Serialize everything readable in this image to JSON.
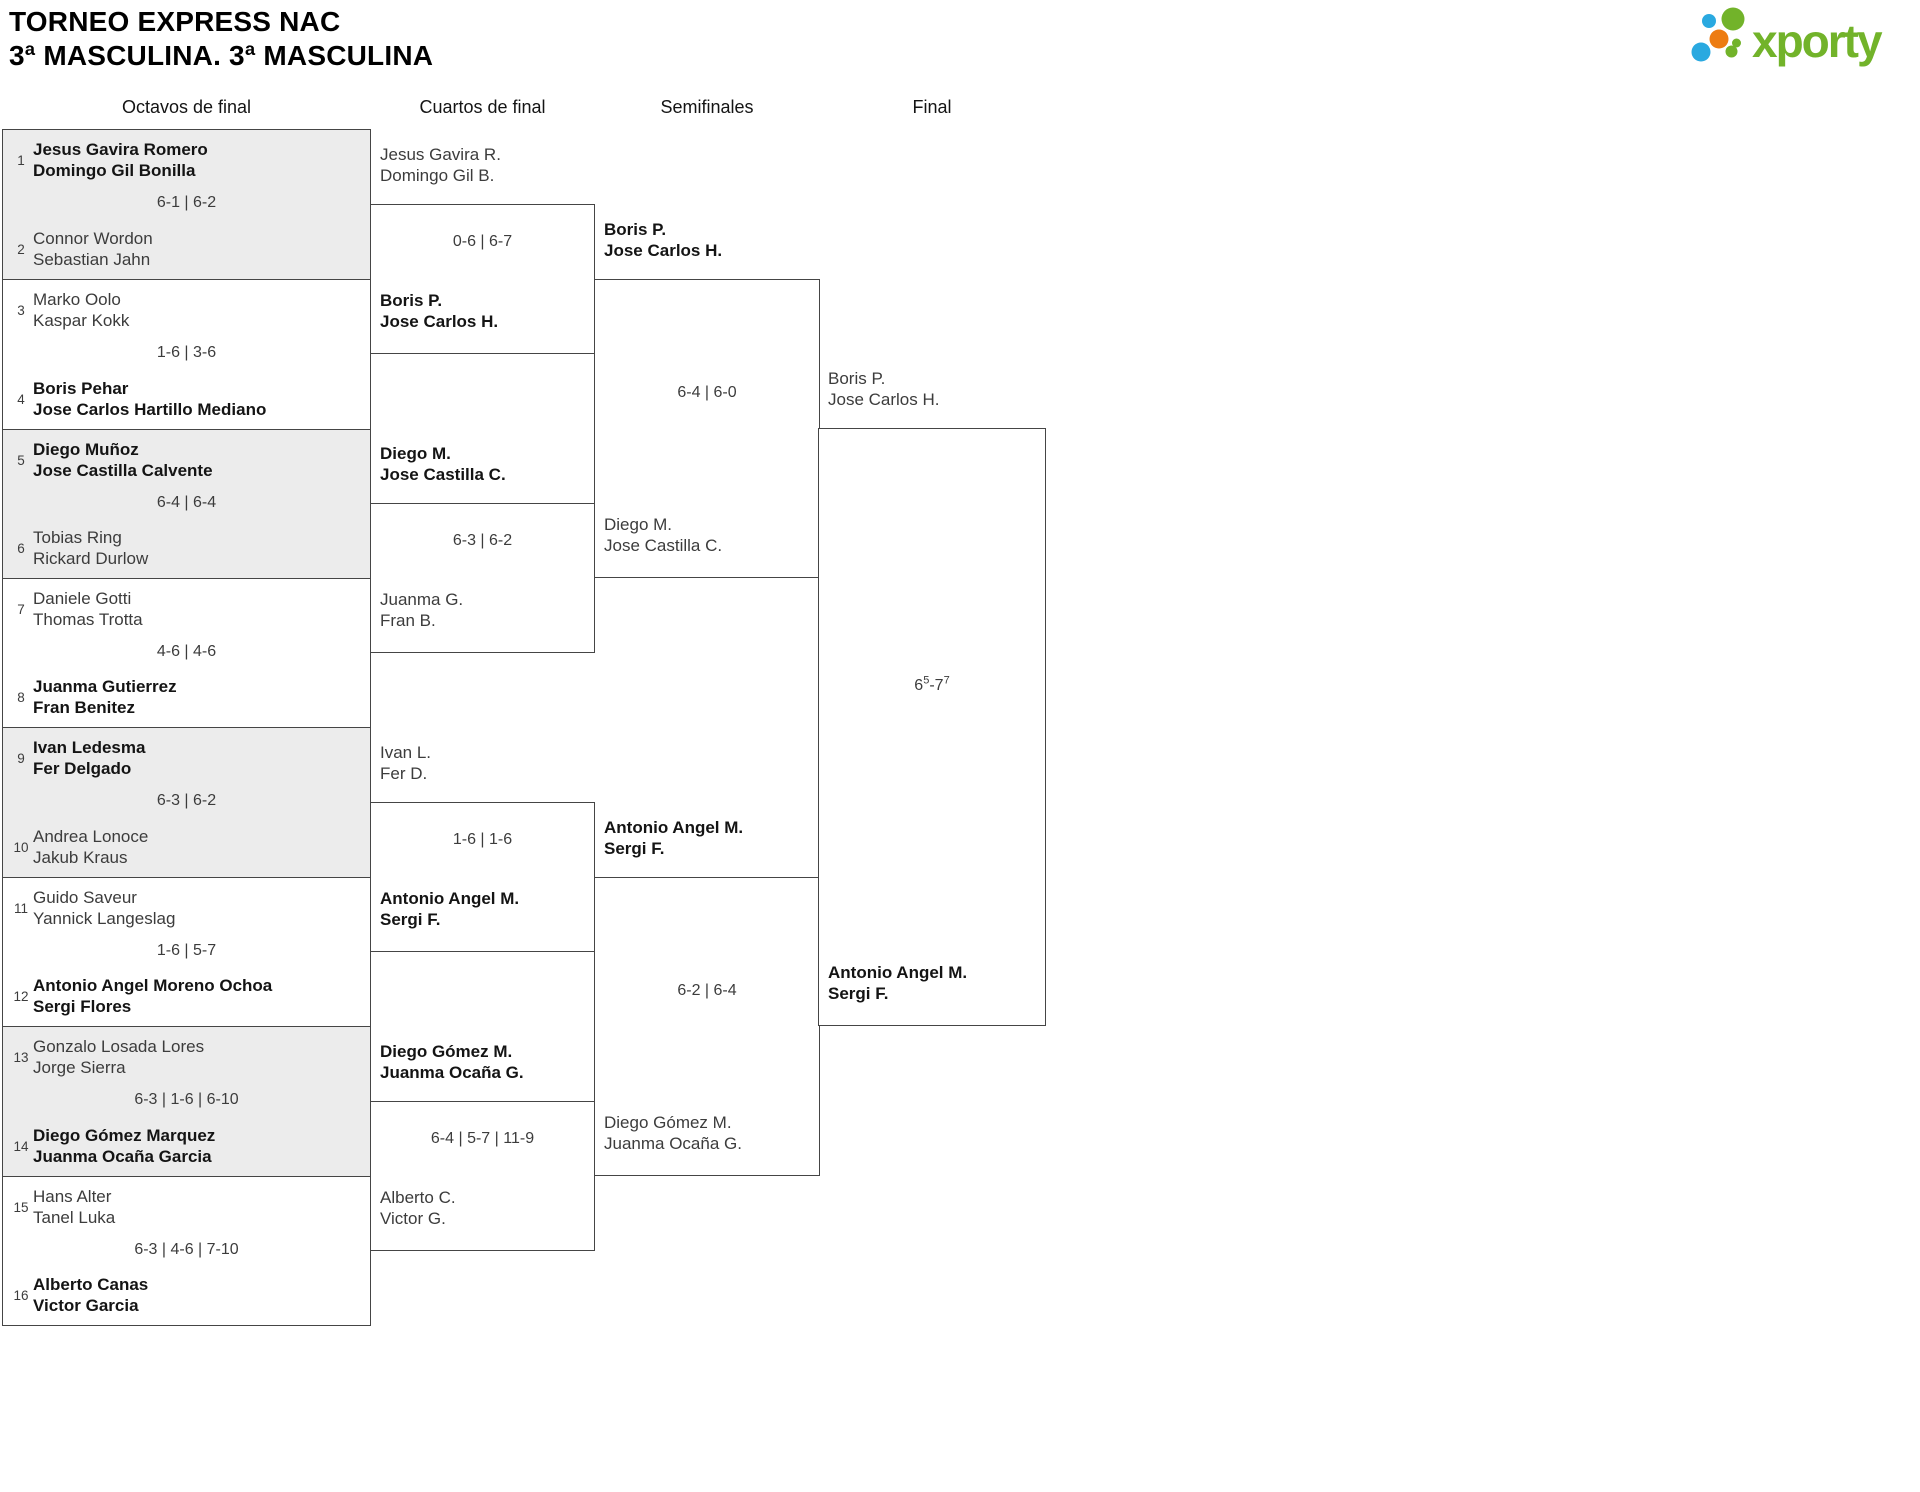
{
  "page": {
    "title_line1": "TORNEO EXPRESS NAC",
    "title_line2": "3ª MASCULINA. 3ª MASCULINA",
    "logo_text": "xporty"
  },
  "colors": {
    "logo_green": "#72b32a",
    "logo_blue": "#2aa9e0",
    "logo_orange": "#ed7c12",
    "box_border": "#454545",
    "box_alt_bg": "#ececec",
    "winner_text": "#141414",
    "regular_text": "#3c3c3c"
  },
  "round_headers": [
    "Octavos de final",
    "Cuartos de final",
    "Semifinales",
    "Final"
  ],
  "octavos": [
    {
      "seed_top": "1",
      "top1": "Jesus Gavira Romero",
      "top2": "Domingo Gil Bonilla",
      "top_winner": true,
      "score": "6-1 | 6-2",
      "seed_bottom": "2",
      "bottom1": "Connor Wordon",
      "bottom2": "Sebastian Jahn",
      "bottom_winner": false
    },
    {
      "seed_top": "3",
      "top1": "Marko Oolo",
      "top2": "Kaspar Kokk",
      "top_winner": false,
      "score": "1-6 | 3-6",
      "seed_bottom": "4",
      "bottom1": "Boris Pehar",
      "bottom2": "Jose Carlos Hartillo Mediano",
      "bottom_winner": true
    },
    {
      "seed_top": "5",
      "top1": "Diego Muñoz",
      "top2": "Jose Castilla Calvente",
      "top_winner": true,
      "score": "6-4 | 6-4",
      "seed_bottom": "6",
      "bottom1": "Tobias Ring",
      "bottom2": "Rickard Durlow",
      "bottom_winner": false
    },
    {
      "seed_top": "7",
      "top1": "Daniele Gotti",
      "top2": "Thomas Trotta",
      "top_winner": false,
      "score": "4-6 | 4-6",
      "seed_bottom": "8",
      "bottom1": "Juanma Gutierrez",
      "bottom2": "Fran Benitez",
      "bottom_winner": true
    },
    {
      "seed_top": "9",
      "top1": "Ivan Ledesma",
      "top2": "Fer Delgado",
      "top_winner": true,
      "score": "6-3 | 6-2",
      "seed_bottom": "10",
      "bottom1": "Andrea Lonoce",
      "bottom2": "Jakub Kraus",
      "bottom_winner": false
    },
    {
      "seed_top": "11",
      "top1": "Guido Saveur",
      "top2": "Yannick Langeslag",
      "top_winner": false,
      "score": "1-6 | 5-7",
      "seed_bottom": "12",
      "bottom1": "Antonio Angel Moreno Ochoa",
      "bottom2": "Sergi Flores",
      "bottom_winner": true
    },
    {
      "seed_top": "13",
      "top1": "Gonzalo Losada Lores",
      "top2": "Jorge Sierra",
      "top_winner": false,
      "score": "6-3 | 1-6 | 6-10",
      "seed_bottom": "14",
      "bottom1": "Diego Gómez Marquez",
      "bottom2": "Juanma Ocaña Garcia",
      "bottom_winner": true
    },
    {
      "seed_top": "15",
      "top1": "Hans Alter",
      "top2": "Tanel Luka",
      "top_winner": false,
      "score": "6-3 | 4-6 | 7-10",
      "seed_bottom": "16",
      "bottom1": "Alberto Canas",
      "bottom2": "Victor Garcia",
      "bottom_winner": true
    }
  ],
  "cuartos": [
    {
      "top1": "Jesus Gavira R.",
      "top2": "Domingo Gil B.",
      "top_winner": false,
      "score": "0-6 | 6-7",
      "bottom1": "Boris P.",
      "bottom2": "Jose Carlos H.",
      "bottom_winner": true
    },
    {
      "top1": "Diego M.",
      "top2": "Jose Castilla C.",
      "top_winner": true,
      "score": "6-3 | 6-2",
      "bottom1": "Juanma G.",
      "bottom2": "Fran B.",
      "bottom_winner": false
    },
    {
      "top1": "Ivan L.",
      "top2": "Fer D.",
      "top_winner": false,
      "score": "1-6 | 1-6",
      "bottom1": "Antonio Angel M.",
      "bottom2": "Sergi F.",
      "bottom_winner": true
    },
    {
      "top1": "Diego Gómez M.",
      "top2": "Juanma Ocaña G.",
      "top_winner": true,
      "score": "6-4 | 5-7 | 11-9",
      "bottom1": "Alberto C.",
      "bottom2": "Victor G.",
      "bottom_winner": false
    }
  ],
  "semifinales": [
    {
      "top1": "Boris P.",
      "top2": "Jose Carlos H.",
      "top_winner": true,
      "score": "6-4 | 6-0",
      "bottom1": "Diego M.",
      "bottom2": "Jose Castilla C.",
      "bottom_winner": false
    },
    {
      "top1": "Antonio Angel M.",
      "top2": "Sergi F.",
      "top_winner": true,
      "score": "6-2 | 6-4",
      "bottom1": "Diego Gómez M.",
      "bottom2": "Juanma Ocaña G.",
      "bottom_winner": false
    }
  ],
  "final": {
    "top1": "Boris P.",
    "top2": "Jose Carlos H.",
    "top_winner": false,
    "score_a": "6",
    "score_a_sup": "5",
    "score_b": "-7",
    "score_b_sup": "7",
    "bottom1": "Antonio Angel M.",
    "bottom2": "Sergi F.",
    "bottom_winner": true
  }
}
